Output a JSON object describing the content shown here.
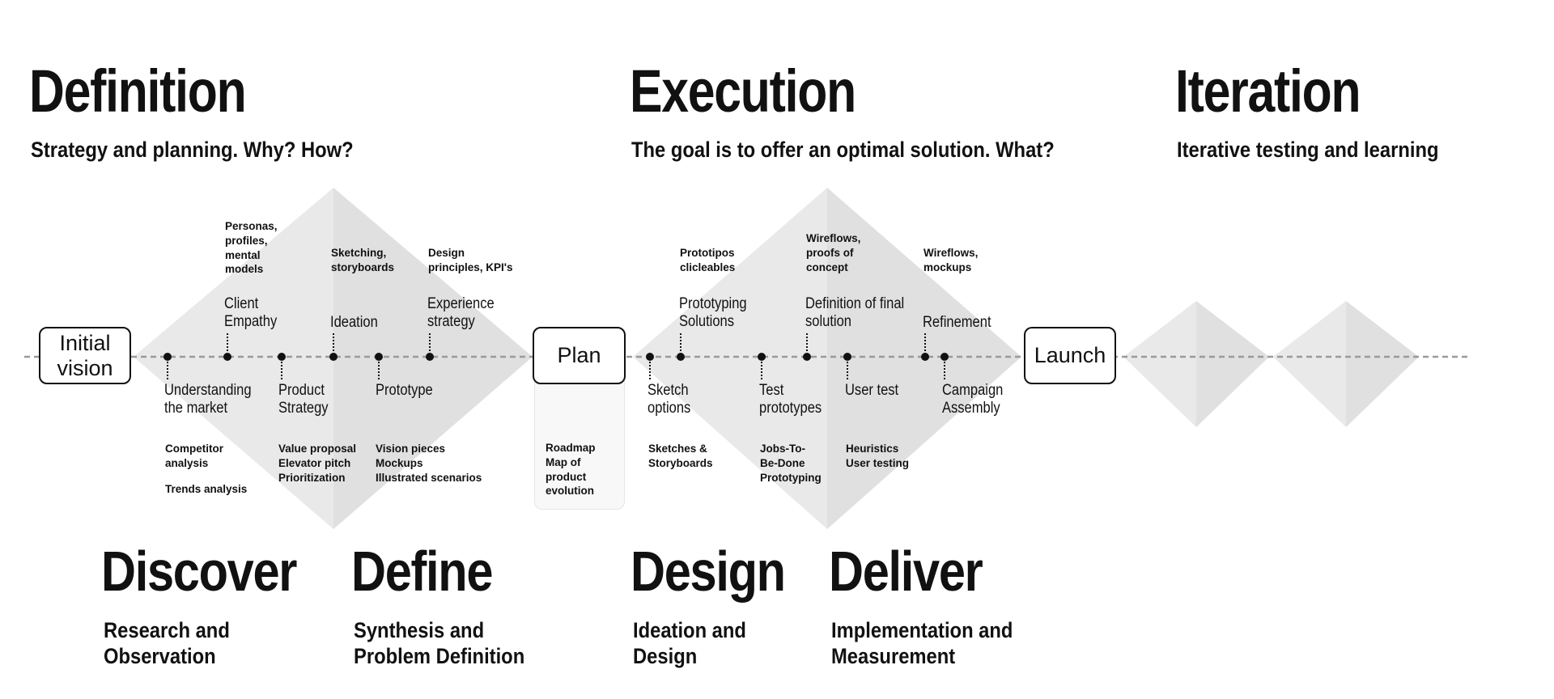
{
  "header": {
    "sections": [
      {
        "title": "Definition",
        "subtitle": "Strategy and planning. Why? How?"
      },
      {
        "title": "Execution",
        "subtitle": "The goal is to offer an optimal solution. What?"
      },
      {
        "title": "Iteration",
        "subtitle": "Iterative testing and learning"
      }
    ]
  },
  "boxes": {
    "initial_vision": "Initial\nvision",
    "plan": "Plan",
    "launch": "Launch",
    "plan_deliverables": "Roadmap\nMap of\nproduct\nevolution"
  },
  "d1": {
    "personas": "Personas,\nprofiles,\nmental\nmodels",
    "sketching": "Sketching,\nstoryboards",
    "design_principles": "Design\nprinciples, KPI's",
    "client_empathy": "Client\nEmpathy",
    "ideation": "Ideation",
    "experience_strategy": "Experience\nstrategy",
    "understanding": "Understanding\nthe market",
    "product_strategy": "Product\nStrategy",
    "prototype": "Prototype",
    "competitor": "Competitor\nanalysis",
    "trends": "Trends analysis",
    "value": "Value proposal\nElevator pitch\nPrioritization",
    "vision_pieces": "Vision pieces\nMockups\nIllustrated scenarios"
  },
  "d2": {
    "prototipos": "Prototipos\nclicleables",
    "wireflows_proofs": "Wireflows,\nproofs of\nconcept",
    "wireflows_mockups": "Wireflows,\nmockups",
    "prototyping_solutions": "Prototyping\nSolutions",
    "definition_final": "Definition of final\nsolution",
    "refinement": "Refinement",
    "sketch_options": "Sketch\noptions",
    "test_prototypes": "Test\nprototypes",
    "user_test": "User test",
    "campaign": "Campaign\nAssembly",
    "sketches_storyboards": "Sketches &\nStoryboards",
    "jobs": "Jobs-To-\nBe-Done\nPrototyping",
    "heuristics": "Heuristics\nUser testing"
  },
  "phases": [
    {
      "title": "Discover",
      "subtitle": "Research and\nObservation"
    },
    {
      "title": "Define",
      "subtitle": "Synthesis and\nProblem Definition"
    },
    {
      "title": "Design",
      "subtitle": "Ideation and\nDesign"
    },
    {
      "title": "Deliver",
      "subtitle": "Implementation and\nMeasurement"
    }
  ],
  "colors": {
    "diamond_light": "#e9e9e9",
    "diamond_dark": "#e0e0e0",
    "timeline": "#9a9a9a",
    "text": "#111111",
    "panel_bg": "#f8f8f8"
  }
}
